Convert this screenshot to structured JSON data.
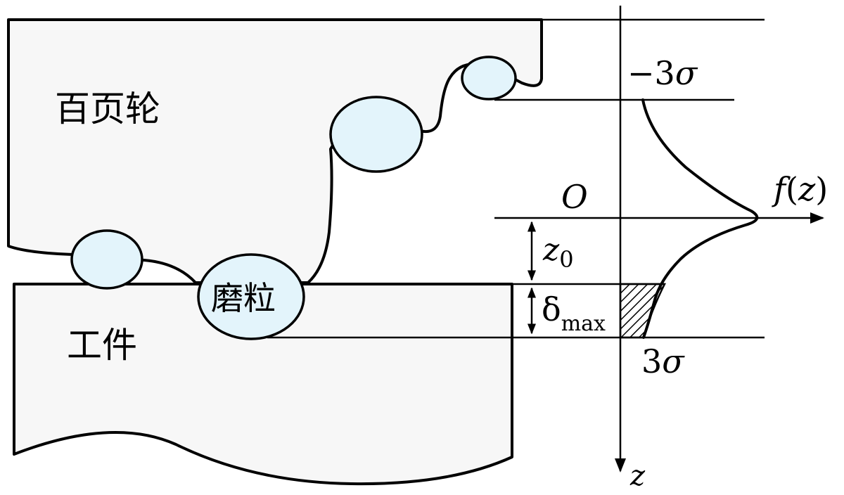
{
  "labels": {
    "wheel": "百页轮",
    "workpiece": "工件",
    "grain": "磨粒",
    "neg_3sigma_minus": "−3",
    "neg_3sigma_sigma": "σ",
    "origin": "O",
    "f_of_z_f": "f",
    "f_of_z_paren_open": "(",
    "f_of_z_z": "z",
    "f_of_z_paren_close": ")",
    "z0_z": "z",
    "z0_sub": "0",
    "delta": "δ",
    "delta_sub": "max",
    "pos_3sigma_3": "3",
    "pos_3sigma_sigma": "σ",
    "z_axis": "z"
  },
  "colors": {
    "grain_fill": "#e3f4fb",
    "body_fill": "#f7f7f7",
    "line": "#000000"
  }
}
